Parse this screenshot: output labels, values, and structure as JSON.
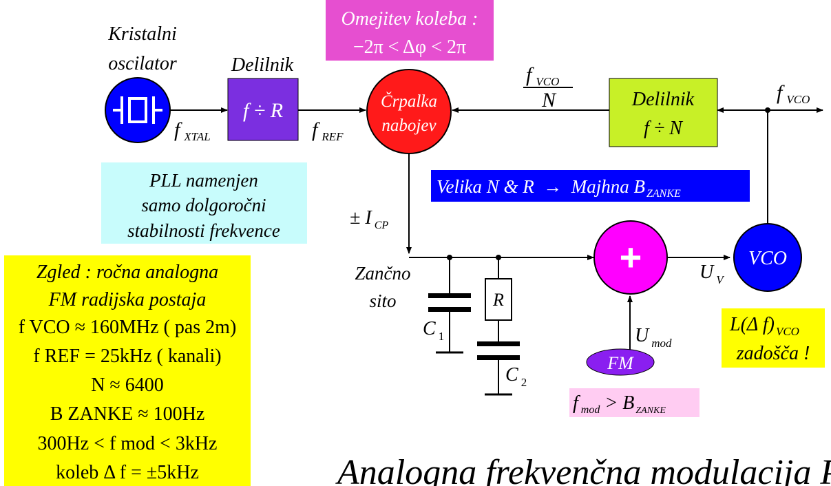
{
  "colors": {
    "crystal_circle": "#0000ff",
    "ref_divider_box": "#7b2fe0",
    "pump_circle": "#ff1a1a",
    "limit_box": "#e64fd0",
    "feedback_divider_box": "#c8f027",
    "loop_bw_box": "#0000ff",
    "pll_note_box": "#c8fcfc",
    "example_box": "#ffff00",
    "adder_circle": "#ff00ff",
    "vco_circle": "#0000ff",
    "fm_ellipse": "#8a1ff0",
    "fmod_box": "#ffccf2",
    "noise_box": "#ffff00"
  },
  "labels": {
    "crystal_title": [
      "Kristalni",
      "oscilator"
    ],
    "ref_divider_title": "Delilnik",
    "ref_divider_text": "f ÷ R",
    "f_xtal": "f",
    "f_xtal_sub": "XTAL",
    "f_ref": "f",
    "f_ref_sub": "REF",
    "pump_text": [
      "Črpalka",
      "nabojev"
    ],
    "phase_limit": [
      "Omejitev koleba :",
      "−2π < Δφ < 2π"
    ],
    "fvco_frac_num": "f",
    "fvco_frac_num_sub": "VCO",
    "fvco_frac_den": "N",
    "feedback_divider_text": [
      "Delilnik",
      "f ÷ N"
    ],
    "f_vco_out": "f",
    "f_vco_out_sub": "VCO",
    "loop_bw": "Velika N & R  →  Majhna B",
    "loop_bw_sub": "ZANKE",
    "pll_note": [
      "PLL namenjen",
      "samo dolgoročni",
      "stabilnosti frekvence"
    ],
    "icp": "± I",
    "icp_sub": "CP",
    "loop_filter_title": [
      "Zančno",
      "sito"
    ],
    "c1": "C",
    "c1_sub": "1",
    "c2": "C",
    "c2_sub": "2",
    "r": "R",
    "adder_symbol": "+",
    "uv": "U",
    "uv_sub": "V",
    "vco_text": "VCO",
    "umod": "U",
    "umod_sub": "mod",
    "fm_text": "FM",
    "fmod": "f",
    "fmod_sub": "mod",
    "fmod_rest": " > B",
    "fmod_rest_sub": "ZANKE",
    "noise_line1": "L(Δ f)",
    "noise_line1_sub": "VCO",
    "noise_line2": "zadošča !",
    "title": "Analogna  frekvenčna modulacija PLL"
  },
  "example": {
    "lines": [
      "Zgled :  ročna analogna",
      "FM radijska postaja",
      "f VCO ≈ 160MHz ( pas 2m)",
      "f REF = 25kHz ( kanali)",
      "N ≈ 6400",
      "B ZANKE ≈ 100Hz",
      "300Hz < f mod < 3kHz",
      "koleb Δ f = ±5kHz"
    ]
  }
}
